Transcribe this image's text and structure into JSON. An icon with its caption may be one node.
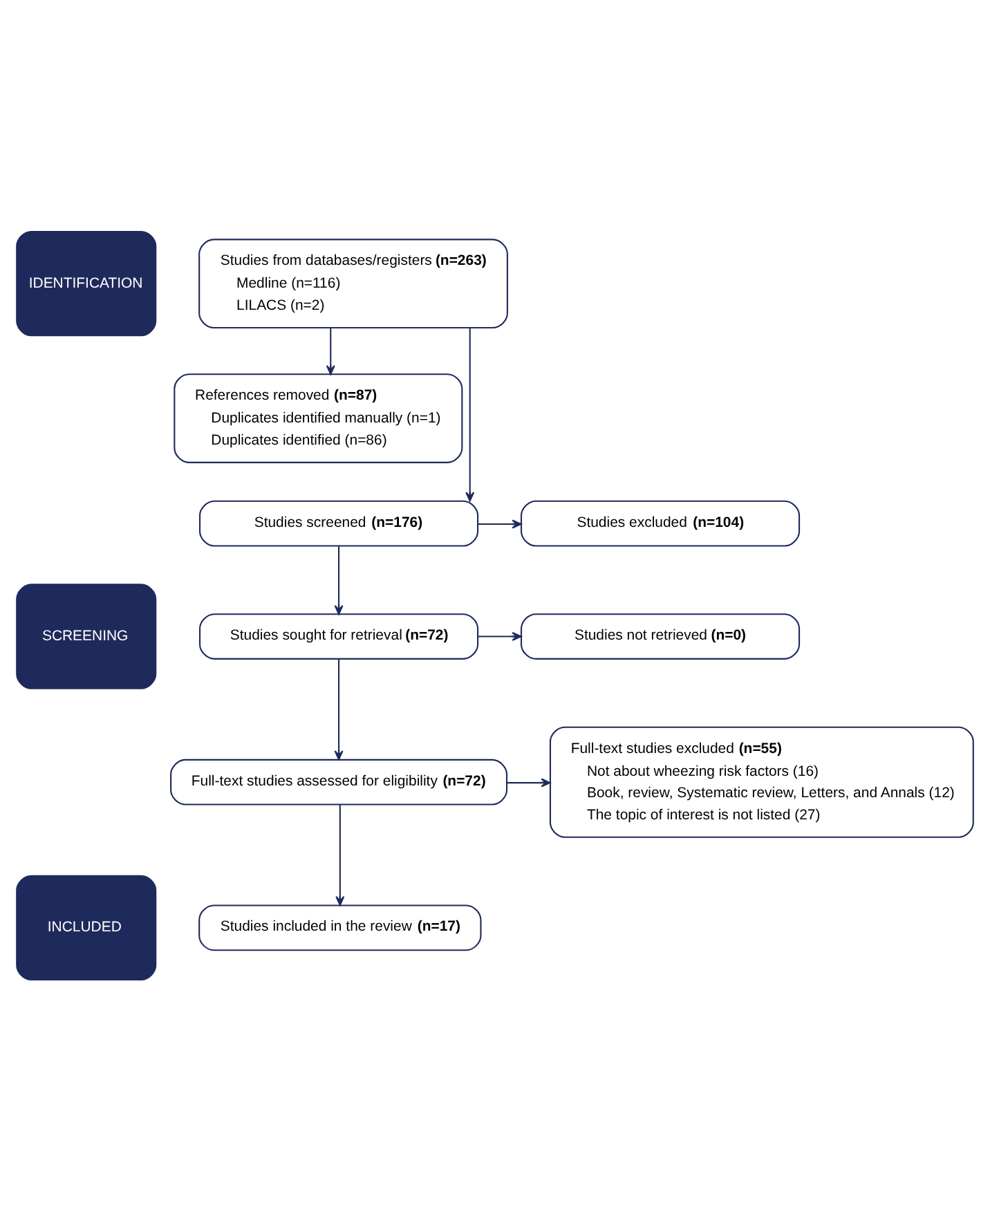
{
  "diagram": {
    "nodes": [
      {
        "text": [
          "IDENTIFICATION"
        ]
      },
      {
        "text": [
          "SCREENING"
        ]
      },
      {
        "text": [
          "INCLUDED"
        ]
      },
      {
        "text": [
          "Studies from databases/registers **(n=263)**",
          "Medline (n=116)",
          "LILACS (n=2)"
        ]
      },
      {
        "text": [
          "References removed **(n=87)**",
          "Duplicates identified manually (n=1)",
          "Duplicates identified (n=86)"
        ]
      },
      {
        "text": [
          "Studies screened **(n=176)**"
        ]
      },
      {
        "text": [
          "Studies excluded **(n=104)**"
        ]
      },
      {
        "text": [
          "Studies sought for retrieval **(n=72)**"
        ]
      },
      {
        "text": [
          "Studies not retrieved **(n=0)**"
        ]
      },
      {
        "text": [
          "Full-text studies assessed for eligibility **(n=72)**"
        ]
      },
      {
        "text": [
          "Full-text studies excluded **(n=55)**",
          "Not about wheezing risk factors (16)",
          "Book, review, Systematic review, Letters, and Annals (12)",
          "The topic of interest is not listed (27)"
        ]
      },
      {
        "text": [
          "Studies included in the review **(n=17)**"
        ]
      }
    ],
    "edges": [
      {
        "from": 3,
        "to": 4,
        "arrow": "to"
      },
      {
        "from": 3,
        "to": 5,
        "arrow": "to"
      },
      {
        "from": 5,
        "to": 6,
        "arrow": "to"
      },
      {
        "from": 5,
        "to": 7,
        "arrow": "to"
      },
      {
        "from": 7,
        "to": 8,
        "arrow": "to"
      },
      {
        "from": 7,
        "to": 9,
        "arrow": "to"
      },
      {
        "from": 9,
        "to": 10,
        "arrow": "to"
      },
      {
        "from": 9,
        "to": 11,
        "arrow": "to"
      }
    ]
  }
}
